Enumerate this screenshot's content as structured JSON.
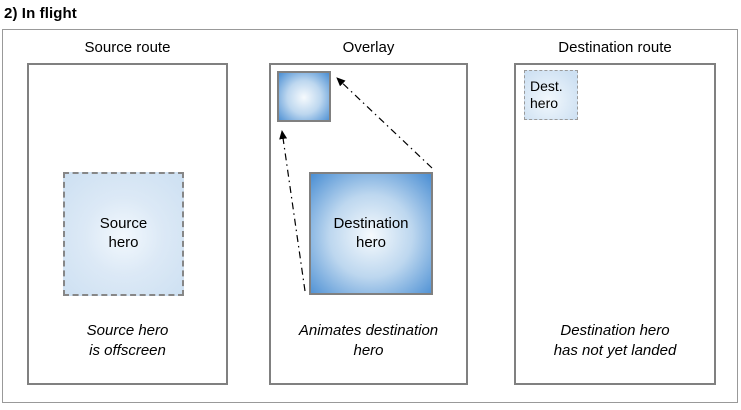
{
  "title": "2) In flight",
  "panels": {
    "source": {
      "label": "Source route",
      "hero_line1": "Source",
      "hero_line2": "hero",
      "caption_line1": "Source hero",
      "caption_line2": "is offscreen"
    },
    "overlay": {
      "label": "Overlay",
      "hero_line1": "Destination",
      "hero_line2": "hero",
      "caption_line1": "Animates destination",
      "caption_line2": "hero"
    },
    "destination": {
      "label": "Destination route",
      "hero_line1": "Dest.",
      "hero_line2": "hero",
      "caption_line1": "Destination hero",
      "caption_line2": "has not yet landed"
    }
  },
  "colors": {
    "text": "#000000",
    "outer-border": "#999999",
    "panel-border": "#808080",
    "dash-border": "#878787",
    "dash-border-light": "#9a9a9a",
    "hero-grad-center": "#f6fafd",
    "hero-grad-mid": "#bdd7ef",
    "hero-grad-edge": "#4a8ed3",
    "hero-light-center": "#f2f8fd",
    "hero-light-mid": "#dce9f6",
    "hero-light-fill": "#cde0f2",
    "arrow": "#000000"
  }
}
